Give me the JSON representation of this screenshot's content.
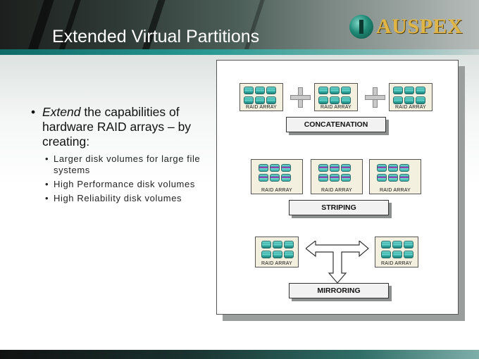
{
  "slide": {
    "title": "Extended Virtual Partitions",
    "logo_text": "AUSPEX"
  },
  "bullets": {
    "main_dot": "•",
    "main_emph": "Extend",
    "main_rest": " the capabilities of hardware RAID arrays – by creating:",
    "sub_dot": "•",
    "subs": [
      "Larger disk volumes for large file systems",
      "High Performance disk volumes",
      "High Reliability disk volumes"
    ]
  },
  "diagram": {
    "array_label": "RAID ARRAY",
    "concatenation": "CONCATENATION",
    "striping": "STRIPING",
    "mirroring": "MIRRORING"
  },
  "colors": {
    "disk": "#30aaa2",
    "stripe": "#7b2a9a",
    "logo": "#e0b548"
  }
}
